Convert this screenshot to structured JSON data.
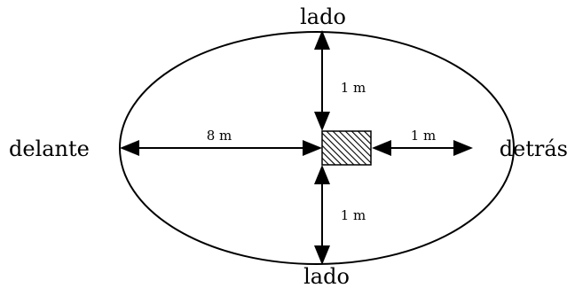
{
  "labels": {
    "top": "lado",
    "bottom": "lado",
    "left": "delante",
    "right": "detrás"
  },
  "measurements": {
    "front": "8 m",
    "back": "1 m",
    "side_top": "1 m",
    "side_bottom": "1 m"
  },
  "colors": {
    "stroke": "#000000",
    "hatch": "#000000",
    "background": "#ffffff"
  }
}
